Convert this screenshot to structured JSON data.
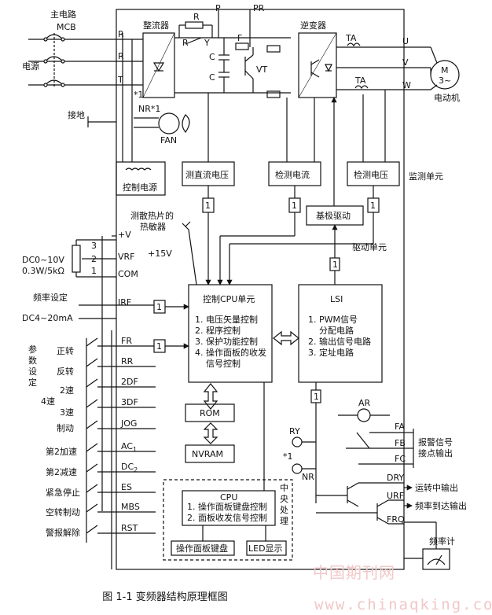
{
  "caption": "图 1-1 变频器结构原理框图",
  "watermark": {
    "cn": "中国期刊网",
    "url": "www.chinaqking.com"
  },
  "labels": {
    "main_circuit": "主电路",
    "mcb": "MCB",
    "power_supply": "电源",
    "ground": "接地",
    "R1": "R",
    "S1": "R",
    "T1": "T",
    "rectifier": "整流器",
    "resistor_R": "R",
    "relay_R": "R",
    "relay_Y": "Y",
    "P": "P",
    "PR": "PR",
    "C1": "C",
    "C2": "C",
    "F": "F",
    "VT": "VT",
    "inverter": "逆变器",
    "TA1": "TA",
    "TA2": "TA",
    "U": "U",
    "V": "V",
    "W": "W",
    "motor_M": "M",
    "motor_sym": "3~",
    "motor": "电动机",
    "star1": "*1",
    "nr": "NR",
    "nr_star": "NR*1",
    "fan": "FAN",
    "control_power": "控制电源",
    "dc_voltage": "测直流电压",
    "detect_current": "检测电流",
    "detect_voltage": "检测电压",
    "monitor_unit": "监测单元",
    "base_drive": "基极驱动",
    "drive_unit": "驱动单元",
    "heatsink_1": "测散热片的",
    "heatsink_2": "热敏器",
    "plus_v": "+V",
    "plus_15v": "+15V",
    "vrf": "VRF",
    "com": "COM",
    "irf": "IRF",
    "pot_3": "3",
    "pot_2": "2",
    "pot_1": "1",
    "dc_range": "DC0~10V",
    "dc_power": "0.3W/5kΩ",
    "freq_setting": "频率设定",
    "dc_current": "DC4~20mA",
    "params_1": "参",
    "params_2": "数",
    "params_3": "设",
    "params_4": "定",
    "forward": "正转",
    "reverse": "反转",
    "speed2": "2速",
    "speed3": "3速",
    "speed4": "4速",
    "brake": "制动",
    "accel2": "第2加速",
    "decel2": "第2减速",
    "estop": "紧急停止",
    "coast": "空转制动",
    "alarm_reset": "警报解除",
    "one": "1",
    "cpu_title": "控制CPU单元",
    "cpu_item1": "1. 电压矢量控制",
    "cpu_item2": "2. 程序控制",
    "cpu_item3": "3. 保护功能控制",
    "cpu_item4a": "4. 操作面板的收发",
    "cpu_item4b": "信号控制",
    "lsi_title": "LSI",
    "lsi_item1a": "1. PWM信号",
    "lsi_item1b": "分配电路",
    "lsi_item2": "2. 输出信号电路",
    "lsi_item3": "3. 定址电路",
    "rom": "ROM",
    "nvram": "NVRAM",
    "cpu2_title": "CPU",
    "cpu2_item1": "1. 操作面板键盘控制",
    "cpu2_item2": "2. 面板收发信号控制",
    "central_1": "中",
    "central_2": "央",
    "central_3": "处",
    "central_4": "理",
    "keypad": "操作面板键盘",
    "led": "LED显示",
    "AR": "AR",
    "RY": "RY",
    "FA": "FA",
    "FB": "FB",
    "FC": "FC",
    "alarm_out1": "报警信号",
    "alarm_out2": "接点输出",
    "DRY": "DRY",
    "running": "运转中输出",
    "URF": "URF",
    "freq_reached": "频率到达输出",
    "FRQ": "FRQ",
    "freq_meter": "频率计",
    "terms": {
      "FR": "FR",
      "RR": "RR",
      "2DF": "2DF",
      "3DF": "3DF",
      "JOG": "JOG",
      "AC1": "AC",
      "DC2": "DC",
      "ES": "ES",
      "MBS": "MBS",
      "RST": "RST",
      "sub1": "1",
      "sub2": "2"
    }
  }
}
